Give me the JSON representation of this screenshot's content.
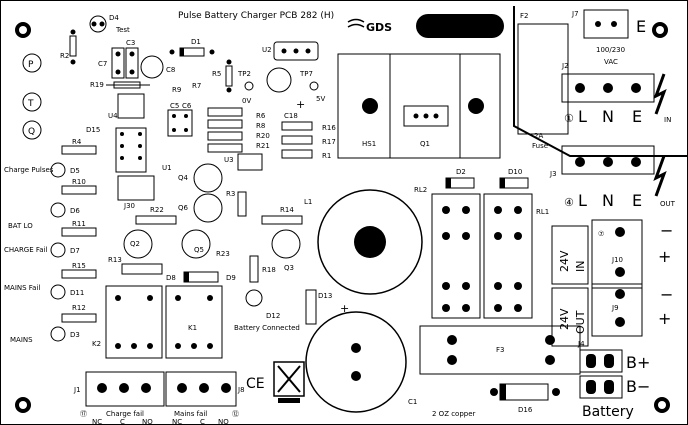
{
  "board": {
    "title": "Pulse Battery Charger PCB 282 (H)",
    "logo": "GDS",
    "copper_note": "2 OZ copper",
    "battery_label": "Battery",
    "battery_plus": "B+",
    "battery_minus": "B−",
    "test_label": "Test",
    "battery_connected": "Battery Connected",
    "ce_mark": "CE",
    "weee_icon": "crossed-out-bin-icon"
  },
  "markers": [
    "P",
    "T",
    "Q"
  ],
  "mains": {
    "input": {
      "ref": "J2",
      "pins": [
        "L",
        "N",
        "E"
      ],
      "direction": "IN",
      "number": "①"
    },
    "output": {
      "ref": "J3",
      "pins": [
        "L",
        "N",
        "E"
      ],
      "direction": "OUT",
      "number": "④"
    },
    "j7": {
      "ref": "J7",
      "earth": "E",
      "voltage": "100/230",
      "vac": "VAC"
    },
    "fuse": {
      "ref": "F2",
      "rating": "2A",
      "label": "Fuse"
    }
  },
  "dc": {
    "in": {
      "ref": "J10",
      "voltage": "24V",
      "dir": "IN",
      "minus": "−",
      "plus": "+",
      "number": "⑦"
    },
    "out": {
      "ref": "J9",
      "voltage": "24V",
      "dir": "OUT",
      "minus": "−",
      "plus": "+"
    }
  },
  "relay_terminals": {
    "j1": {
      "ref": "J1",
      "number": "⑰",
      "label": "Charge fail",
      "pins": [
        "NC",
        "C",
        "NO"
      ]
    },
    "j8": {
      "ref": "J8",
      "number": "⑫",
      "label": "Mains fail",
      "pins": [
        "NC",
        "C",
        "NO"
      ]
    }
  },
  "leds": [
    {
      "ref": "D5",
      "label": "Charge Pulses"
    },
    {
      "ref": "D6",
      "label": "BAT LO"
    },
    {
      "ref": "D7",
      "label": "CHARGE Fail"
    },
    {
      "ref": "D11",
      "label": "MAINS Fail"
    },
    {
      "ref": "D3",
      "label": "MAINS"
    }
  ],
  "refs": {
    "D4": "D4",
    "D1": "D1",
    "R2": "R2",
    "C3": "C3",
    "C7": "C7",
    "C8": "C8",
    "R19": "R19",
    "U2": "U2",
    "R5": "R5",
    "TP2": "TP2",
    "TP7": "TP7",
    "V0": "0V",
    "V5": "5V",
    "R7": "R7",
    "R9": "R9",
    "C5": "C5",
    "C6": "C6",
    "U4": "U4",
    "D15": "D15",
    "R4": "R4",
    "R10": "R10",
    "R11": "R11",
    "R15": "R15",
    "R12": "R12",
    "R6": "R6",
    "R8": "R8",
    "R20": "R20",
    "R21": "R21",
    "C18": "C18",
    "R16": "R16",
    "R17": "R17",
    "R1": "R1",
    "HS1": "HS1",
    "Q1": "Q1",
    "U1": "U1",
    "U3": "U3",
    "Q4": "Q4",
    "R3": "R3",
    "J30": "J30",
    "R22": "R22",
    "Q6": "Q6",
    "R14": "R14",
    "L1": "L1",
    "Q2": "Q2",
    "Q5": "Q5",
    "Q3": "Q3",
    "R23": "R23",
    "R13": "R13",
    "D8": "D8",
    "D9": "D9",
    "R18": "R18",
    "D12": "D12",
    "D13": "D13",
    "K2": "K2",
    "K1": "K1",
    "C1": "C1",
    "D2": "D2",
    "D10": "D10",
    "RL2": "RL2",
    "RL1": "RL1",
    "F3": "F3",
    "J4": "J4",
    "D16": "D16",
    "plus": "+"
  }
}
